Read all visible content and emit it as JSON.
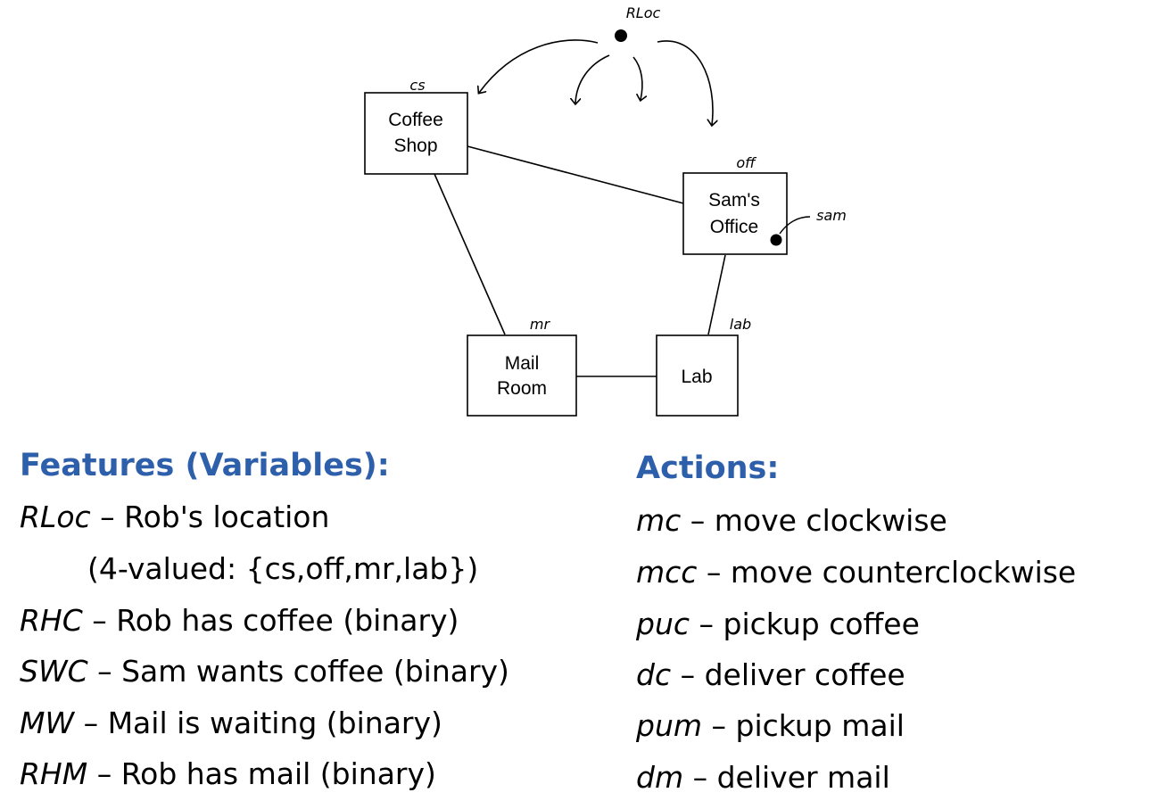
{
  "diagram": {
    "robot_label": "RLoc",
    "sam_label": "sam",
    "rooms": {
      "coffee_shop": {
        "tag": "cs",
        "line1": "Coffee",
        "line2": "Shop"
      },
      "office": {
        "tag": "off",
        "line1": "Sam's",
        "line2": "Office"
      },
      "mail_room": {
        "tag": "mr",
        "line1": "Mail",
        "line2": "Room"
      },
      "lab": {
        "tag": "lab",
        "line1": "Lab"
      }
    }
  },
  "features": {
    "heading": "Features (Variables):",
    "items": [
      {
        "sym": "RLoc",
        "desc": " – Rob's location"
      },
      {
        "sym": "",
        "desc": "(4-valued: {cs,off,mr,lab})"
      },
      {
        "sym": "RHC",
        "desc": " – Rob has coffee (binary)"
      },
      {
        "sym": "SWC",
        "desc": " – Sam wants coffee (binary)"
      },
      {
        "sym": "MW",
        "desc": " – Mail is waiting (binary)"
      },
      {
        "sym": "RHM",
        "desc": " – Rob has mail (binary)"
      }
    ]
  },
  "actions": {
    "heading": "Actions:",
    "items": [
      {
        "sym": "mc",
        "desc": " – move clockwise"
      },
      {
        "sym": "mcc",
        "desc": " – move counterclockwise"
      },
      {
        "sym": "puc",
        "desc": " – pickup coffee"
      },
      {
        "sym": "dc",
        "desc": " – deliver coffee"
      },
      {
        "sym": "pum",
        "desc": " – pickup mail"
      },
      {
        "sym": "dm",
        "desc": " – deliver mail"
      }
    ]
  }
}
